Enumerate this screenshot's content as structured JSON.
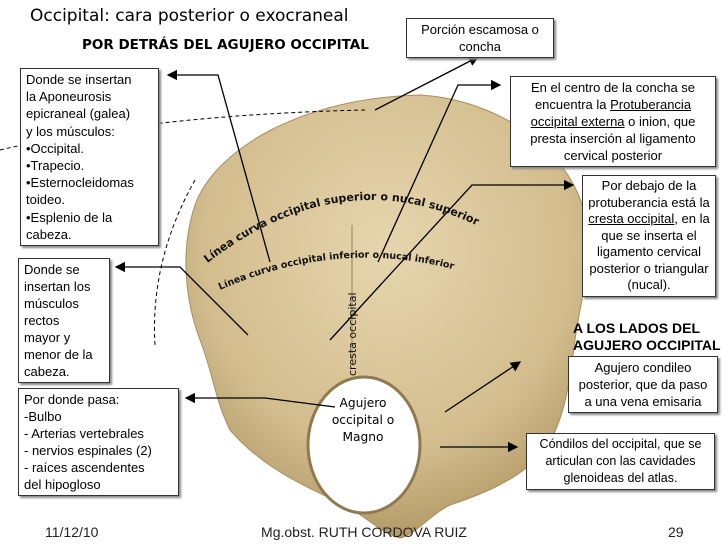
{
  "slide": {
    "title": "Occipital: cara posterior o exocraneal",
    "subtitle": "POR DETRÁS DEL AGUJERO OCCIPITAL",
    "side_heading_line1": "A LOS LADOS DEL",
    "side_heading_line2": "AGUJERO OCCIPITAL"
  },
  "labels": {
    "squama": "Porción escamosa o concha",
    "galea": [
      "Donde se insertan",
      "la Aponeurosis",
      "epicraneal (galea)",
      "y los músculos:",
      "•Occipital.",
      "•Trapecio.",
      "•Esternocleidomas",
      "toideo.",
      "•Esplenio de la",
      "cabeza."
    ],
    "protuberance": {
      "pre": "En el centro de la concha se encuentra la ",
      "underlined": "Protuberancia occipital externa",
      "post": " o inion, que presta inserción al ligamento cervical posterior"
    },
    "crest": {
      "pre": "Por debajo de la protuberancia está la ",
      "underlined": "cresta occipital",
      "post": ", en la que se inserta el ligamento cervical posterior o triangular (nucal)."
    },
    "rectus": [
      "Donde se",
      "insertan los",
      "músculos",
      "rectos",
      "mayor y",
      "menor de la",
      "cabeza."
    ],
    "foramen_contents": [
      "Por donde pasa:",
      "-Bulbo",
      "- Arterias vertebrales",
      "- nervios espinales (2)",
      "- raíces ascendentes",
      "del hipogloso"
    ],
    "condylar_canal": "Agujero condileo posterior, que da paso a una vena emisaria",
    "condyles": "Cóndilos del occipital, que se articulan con las cavidades glenoideas del atlas.",
    "foramen_magnum": [
      "Agujero",
      "occipital o",
      "Magno"
    ]
  },
  "bone_labels": {
    "superior_line": "Línea curva occipital superior o nucal superior",
    "inferior_line": "Línea curva occipital inferior o nucal inferior",
    "crest": "cresta occipital"
  },
  "footer": {
    "date": "11/12/10",
    "author": "Mg.obst. RUTH CORDOVA RUIZ",
    "page": "29"
  },
  "colors": {
    "bone": "#d9c49a",
    "bone_dark": "#a88e5e"
  }
}
